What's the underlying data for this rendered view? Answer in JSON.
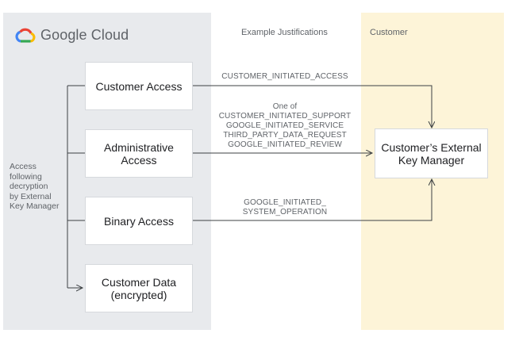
{
  "brand": {
    "name": "Google Cloud",
    "icon": "google-cloud-logo"
  },
  "headers": {
    "justifications": "Example Justifications",
    "customer": "Customer"
  },
  "side_note": [
    "Access",
    "following",
    "decryption",
    "by External",
    "Key Manager"
  ],
  "boxes": {
    "customer_access": "Customer Access",
    "admin_access": [
      "Administrative",
      "Access"
    ],
    "binary_access": "Binary Access",
    "customer_data": [
      "Customer Data",
      "(encrypted)"
    ],
    "ekm": [
      "Customer’s External",
      "Key Manager"
    ]
  },
  "justifications": {
    "customer": "CUSTOMER_INITIATED_ACCESS",
    "admin": [
      "One of",
      "CUSTOMER_INITIATED_SUPPORT",
      "GOOGLE_INITIATED_SERVICE",
      "THIRD_PARTY_DATA_REQUEST",
      "GOOGLE_INITIATED_REVIEW"
    ],
    "binary": [
      "GOOGLE_INITIATED_",
      "SYSTEM_OPERATION"
    ]
  },
  "colors": {
    "gc_panel": "#e8eaed",
    "customer_panel": "#fdf4d8",
    "line": "#3c4043"
  }
}
